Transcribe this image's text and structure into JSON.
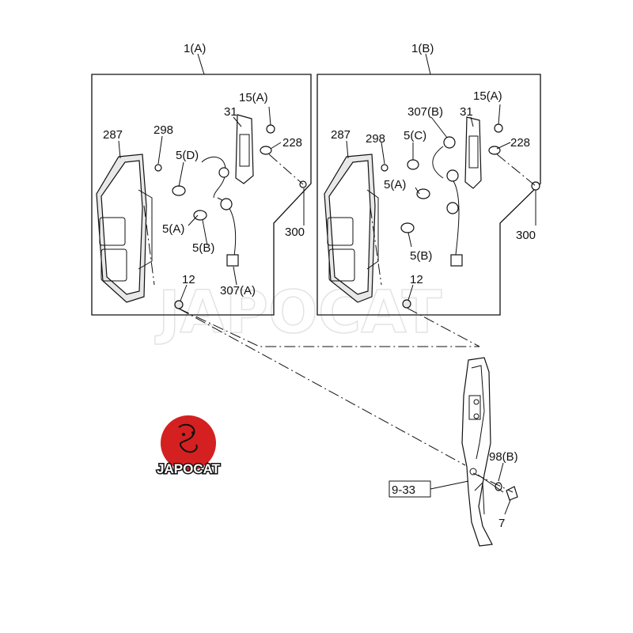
{
  "watermark": "JAPOCAT",
  "logo": {
    "text": "JAPOCAT",
    "color": "#d42020"
  },
  "callouts": {
    "a_title": "1(A)",
    "a_287": "287",
    "a_298": "298",
    "a_31": "31",
    "a_15": "15(A)",
    "a_228": "228",
    "a_5d": "5(D)",
    "a_5a": "5(A)",
    "a_5b": "5(B)",
    "a_307": "307(A)",
    "a_300": "300",
    "a_12": "12",
    "b_title": "1(B)",
    "b_287": "287",
    "b_298": "298",
    "b_307": "307(B)",
    "b_31": "31",
    "b_15": "15(A)",
    "b_228": "228",
    "b_5c": "5(C)",
    "b_5a": "5(A)",
    "b_5b": "5(B)",
    "b_300": "300",
    "b_12": "12",
    "ref_box": "9-33",
    "p98": "98(B)",
    "p7": "7"
  }
}
